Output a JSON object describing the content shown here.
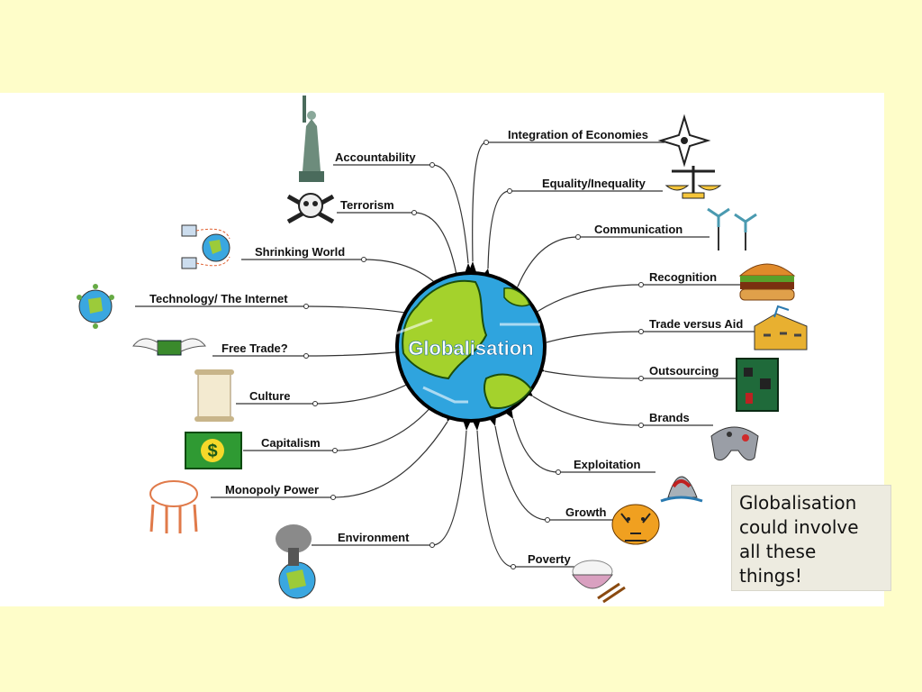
{
  "center": {
    "title": "Globalisation"
  },
  "branches": {
    "left": [
      "Accountability",
      "Terrorism",
      "Shrinking World",
      "Technology/ The Internet",
      "Free Trade?",
      "Culture",
      "Capitalism",
      "Monopoly Power",
      "Environment"
    ],
    "right": [
      "Integration of Economies",
      "Equality/Inequality",
      "Communication",
      "Recognition",
      "Trade versus Aid",
      "Outsourcing",
      "Brands",
      "Exploitation",
      "Growth",
      "Poverty"
    ]
  },
  "icons": {
    "left": [
      "statue-of-liberty-icon",
      "skull-crossbones-icon",
      "networked-computers-globe-icon",
      "globe-with-people-icon",
      "winged-money-icon",
      "scroll-icon",
      "dollar-bill-icon",
      "people-holding-globe-icon",
      "polluted-earth-icon"
    ],
    "right": [
      "compass-rose-icon",
      "balance-scale-icon",
      "wind-turbines-icon",
      "hamburger-icon",
      "factory-building-icon",
      "circuit-board-icon",
      "game-controller-icon",
      "shark-icon",
      "tiger-icon",
      "rice-bowl-chopsticks-icon"
    ]
  },
  "note": {
    "lines": [
      "Globalisation",
      "could involve",
      "all these",
      "things!"
    ]
  },
  "colors": {
    "background": "#fefdc9",
    "panel": "#ffffff",
    "ocean": "#2fa4de",
    "land": "#a4d22c",
    "hub_rays": "#000000",
    "note_box": "#edebe0"
  }
}
